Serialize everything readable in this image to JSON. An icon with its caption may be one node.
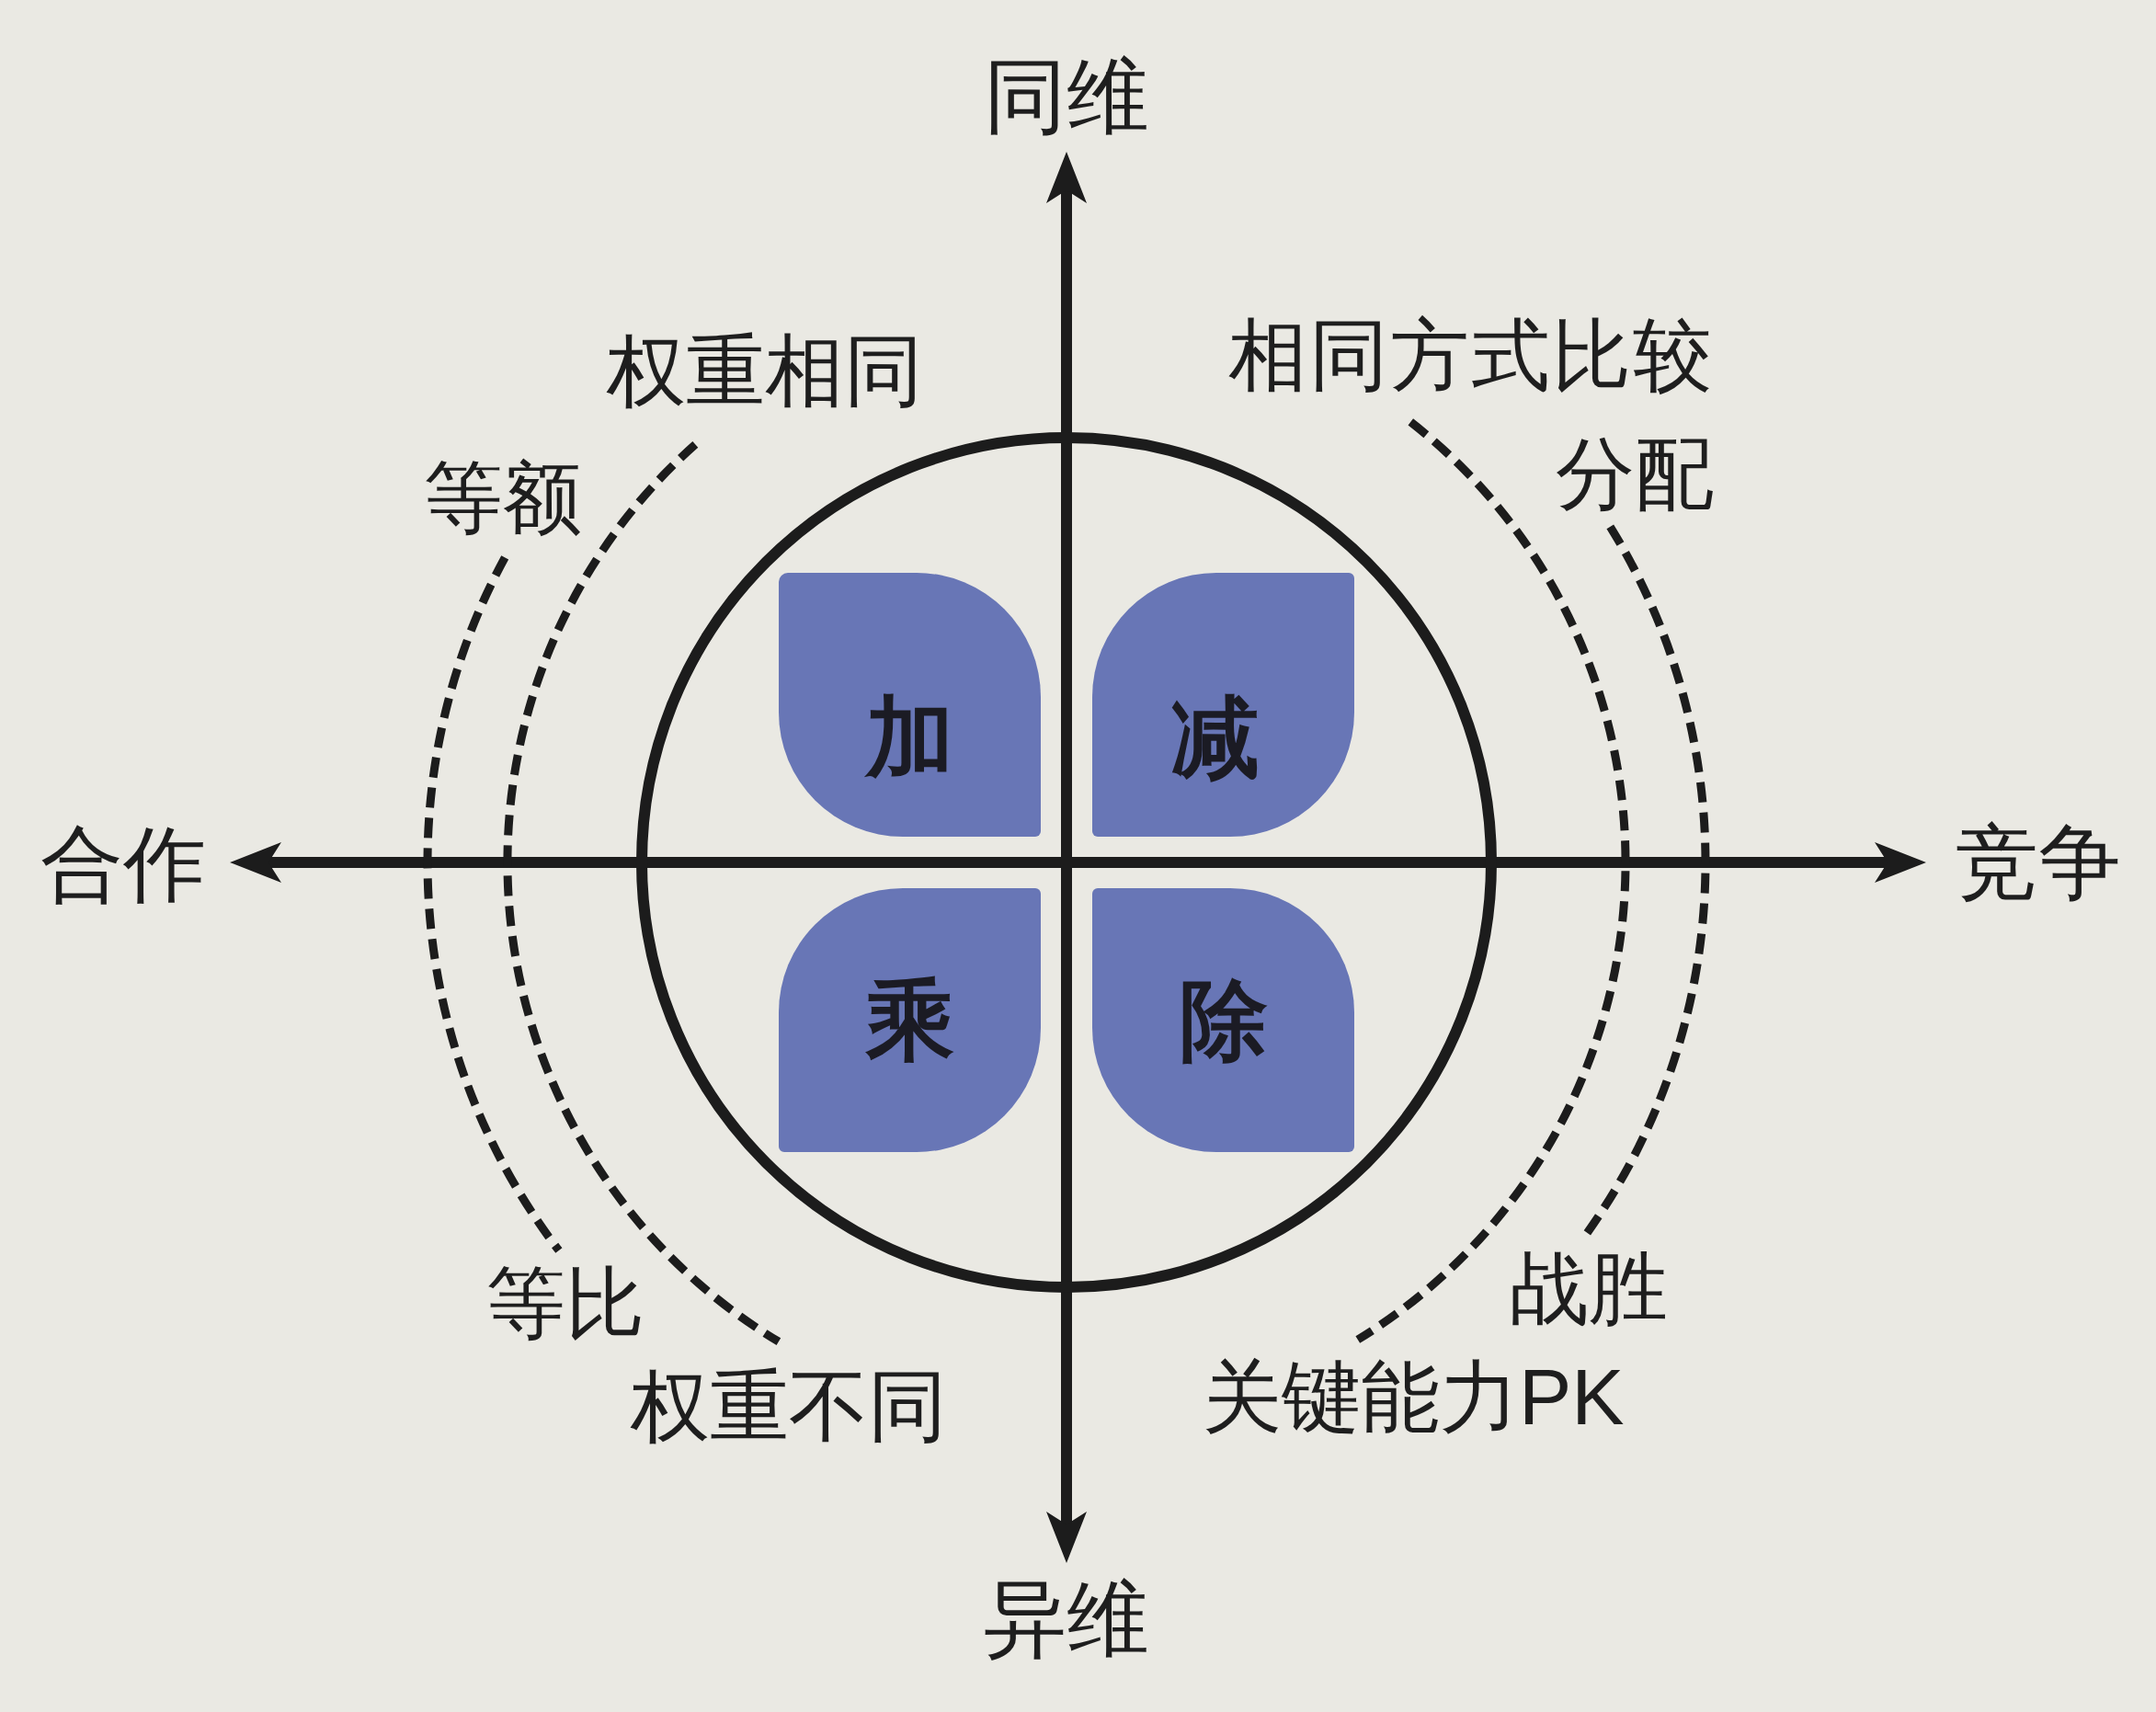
{
  "diagram": {
    "nodes": [
      {
        "text": [],
        "shape": "circle"
      },
      {
        "text": [
          "加"
        ],
        "in": 0
      },
      {
        "text": [
          "减"
        ],
        "in": 0
      },
      {
        "text": [
          "乘"
        ],
        "in": 0
      },
      {
        "text": [
          "除"
        ],
        "in": 0
      }
    ],
    "labels": [
      "同维",
      "权重相同",
      "相同方式比较",
      "等额",
      "分配",
      "合作",
      "竞争",
      "等比",
      "战胜",
      "权重不同",
      "关键能力PK",
      "异维"
    ]
  }
}
